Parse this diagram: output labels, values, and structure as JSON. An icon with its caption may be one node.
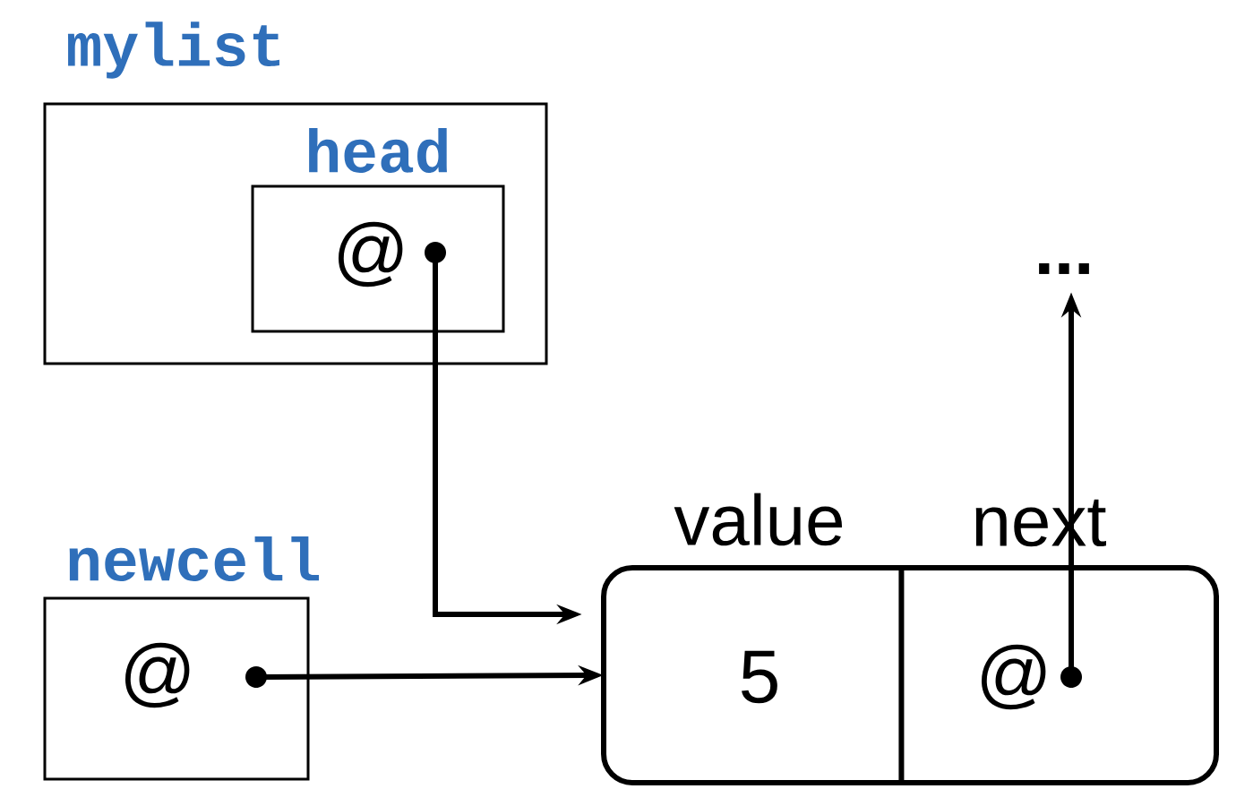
{
  "diagram": {
    "nodes": [
      {
        "text": [
          "mylist"
        ]
      },
      {
        "text": [
          "head",
          "@"
        ],
        "in": 0
      },
      {
        "text": [
          "newcell",
          "@"
        ]
      },
      {
        "text": [],
        "shape": "box"
      },
      {
        "text": [
          "value",
          "5"
        ],
        "in": 3
      },
      {
        "text": [
          "next",
          "@"
        ],
        "in": 3
      },
      {
        "text": [
          "..."
        ]
      }
    ],
    "edges": [
      {
        "from": 1,
        "to": 4,
        "arrow": "to"
      },
      {
        "from": 2,
        "to": 4,
        "arrow": "to"
      },
      {
        "from": 5,
        "to": 6,
        "arrow": "to"
      }
    ]
  }
}
